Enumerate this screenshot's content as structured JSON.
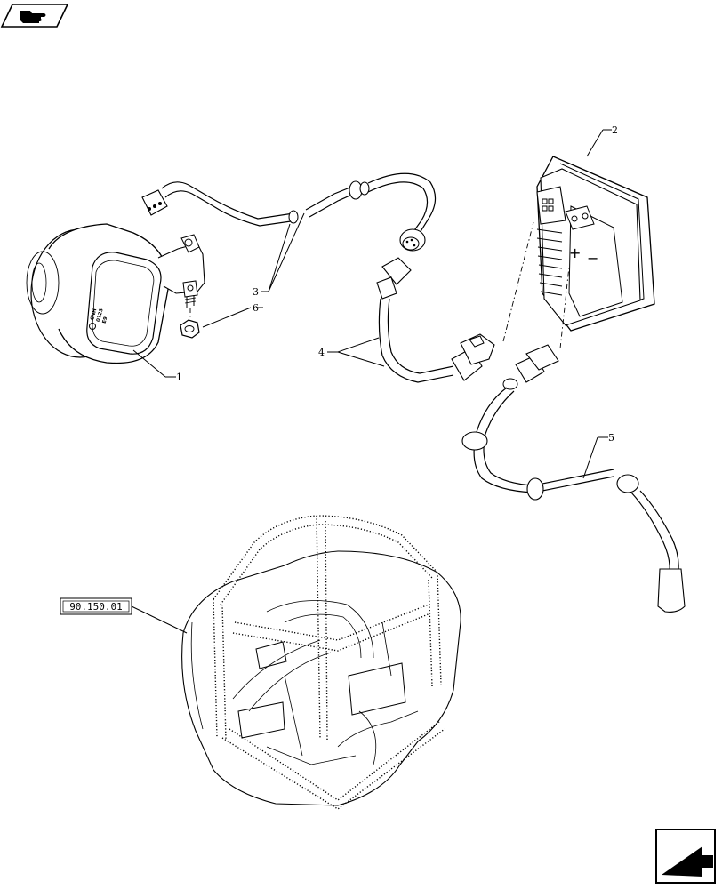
{
  "nav": {
    "prev_icon": "pointing-hand-icon",
    "next_icon": "arrow-into-box-icon"
  },
  "callouts": [
    {
      "id": "1",
      "label": "1"
    },
    {
      "id": "2",
      "label": "2"
    },
    {
      "id": "3",
      "label": "3"
    },
    {
      "id": "4",
      "label": "4"
    },
    {
      "id": "5",
      "label": "5"
    },
    {
      "id": "6",
      "label": "6"
    }
  ],
  "reference_box": {
    "label": "90.150.01"
  }
}
